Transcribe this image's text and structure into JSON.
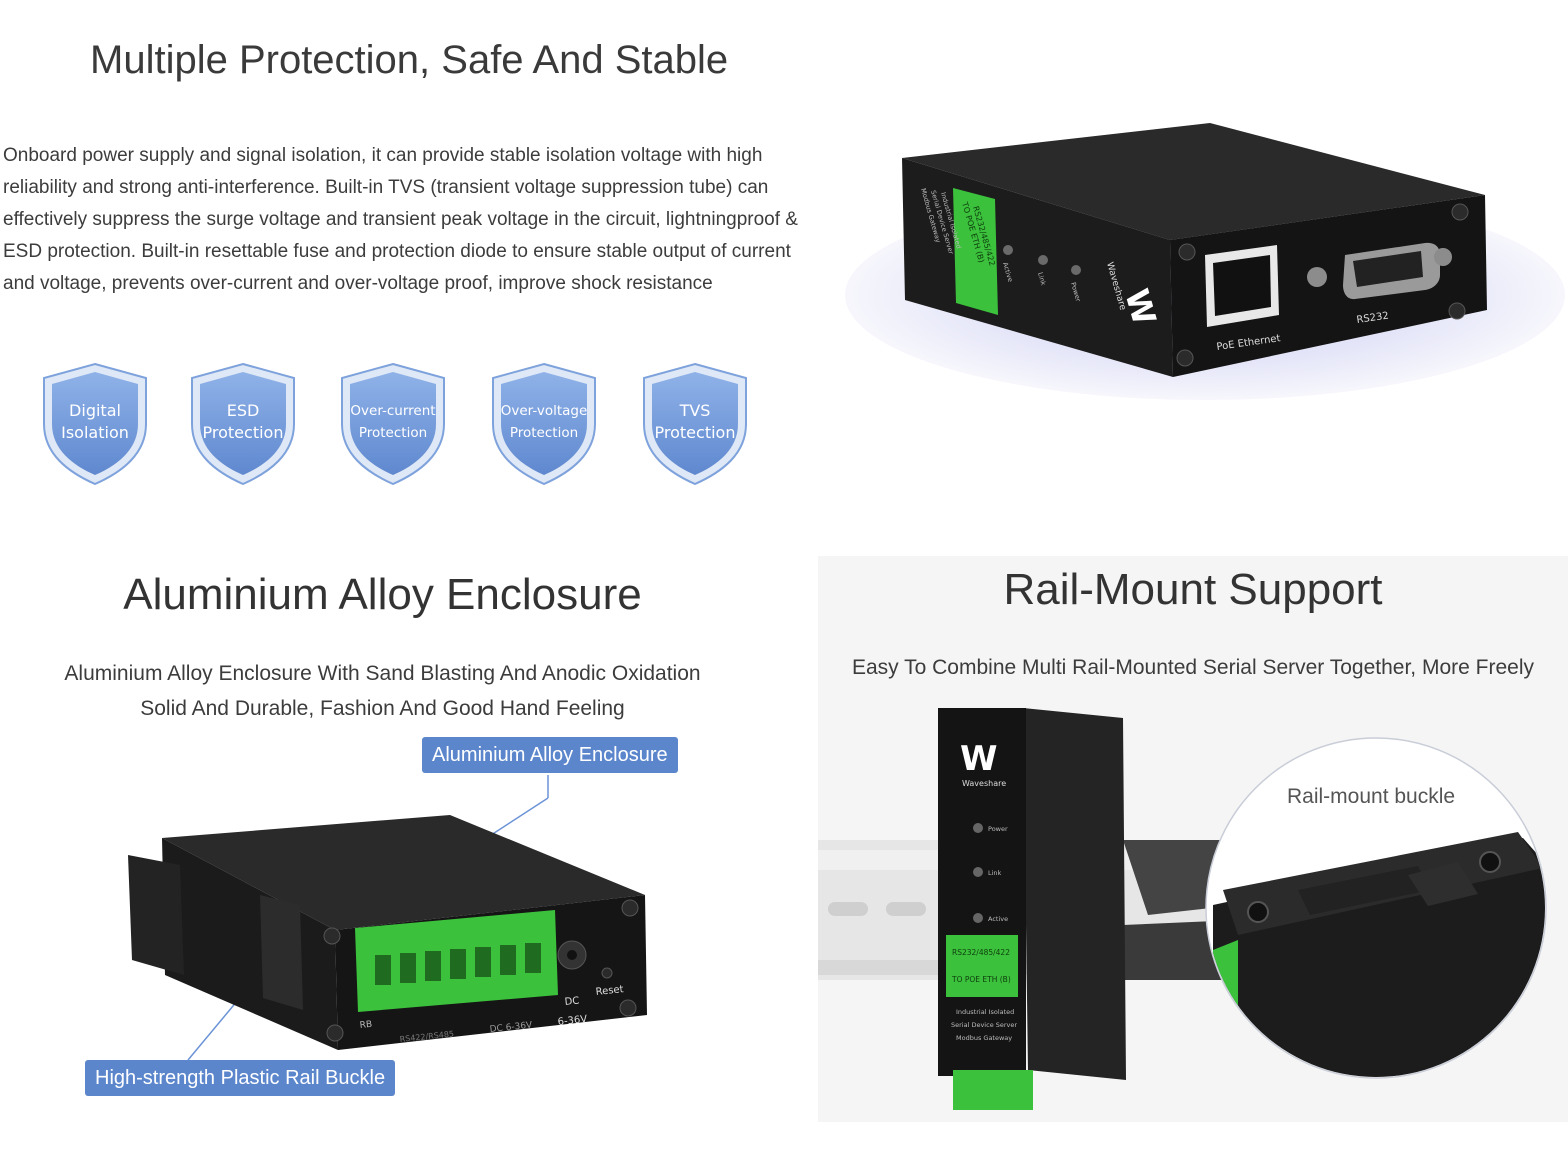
{
  "section1": {
    "title": "Multiple Protection, Safe And Stable",
    "description": "Onboard power supply and signal isolation, it can provide stable isolation voltage with high reliability and strong anti-interference. Built-in TVS (transient voltage suppression tube) can effectively suppress the surge voltage and transient peak voltage in the circuit, lightningproof & ESD protection. Built-in resettable fuse and protection diode to ensure stable output of current and voltage, prevents over-current and over-voltage proof, improve shock resistance",
    "badges": [
      {
        "line1": "Digital",
        "line2": "Isolation"
      },
      {
        "line1": "ESD",
        "line2": "Protection"
      },
      {
        "line1": "Over-current",
        "line2": "Protection"
      },
      {
        "line1": "Over-voltage",
        "line2": "Protection"
      },
      {
        "line1": "TVS",
        "line2": "Protection"
      }
    ],
    "device": {
      "brand": "Waveshare",
      "green_label_1": "RS232/485/422",
      "green_label_2": "TO POE ETH (B)",
      "side_text_1": "Industrial Isolated",
      "side_text_2": "Serial Device Server",
      "side_text_3": "Modbus Gateway",
      "led_1": "Active",
      "led_2": "Link",
      "led_3": "Power",
      "port_1": "PoE Ethernet",
      "port_2": "RS232"
    }
  },
  "section2": {
    "title": "Aluminium Alloy Enclosure",
    "desc_line1": "Aluminium Alloy Enclosure With Sand Blasting And Anodic Oxidation",
    "desc_line2": "Solid And Durable, Fashion And Good Hand Feeling",
    "callout_top": "Aluminium Alloy Enclosure",
    "callout_bottom": "High-strength Plastic Rail Buckle",
    "device": {
      "dc_label": "DC",
      "voltage": "6-36V",
      "reset": "Reset",
      "terminal_voltage": "DC 6-36V",
      "terminal_bus": "RS422/RS485",
      "rb": "RB"
    }
  },
  "section3": {
    "title": "Rail-Mount Support",
    "description": "Easy To Combine Multi Rail-Mounted Serial Server Together, More Freely",
    "callout": "Rail-mount buckle",
    "device": {
      "brand": "Waveshare",
      "led_1": "Power",
      "led_2": "Link",
      "led_3": "Active",
      "green_1": "RS232/485/422",
      "green_2": "TO POE ETH (B)",
      "text_1": "Industrial Isolated",
      "text_2": "Serial Device Server",
      "text_3": "Modbus Gateway"
    }
  },
  "colors": {
    "shield_blue": "#6f97d8",
    "callout_blue": "#5b86cc",
    "device_green": "#3cc13c",
    "device_black": "#1a1a1a"
  }
}
